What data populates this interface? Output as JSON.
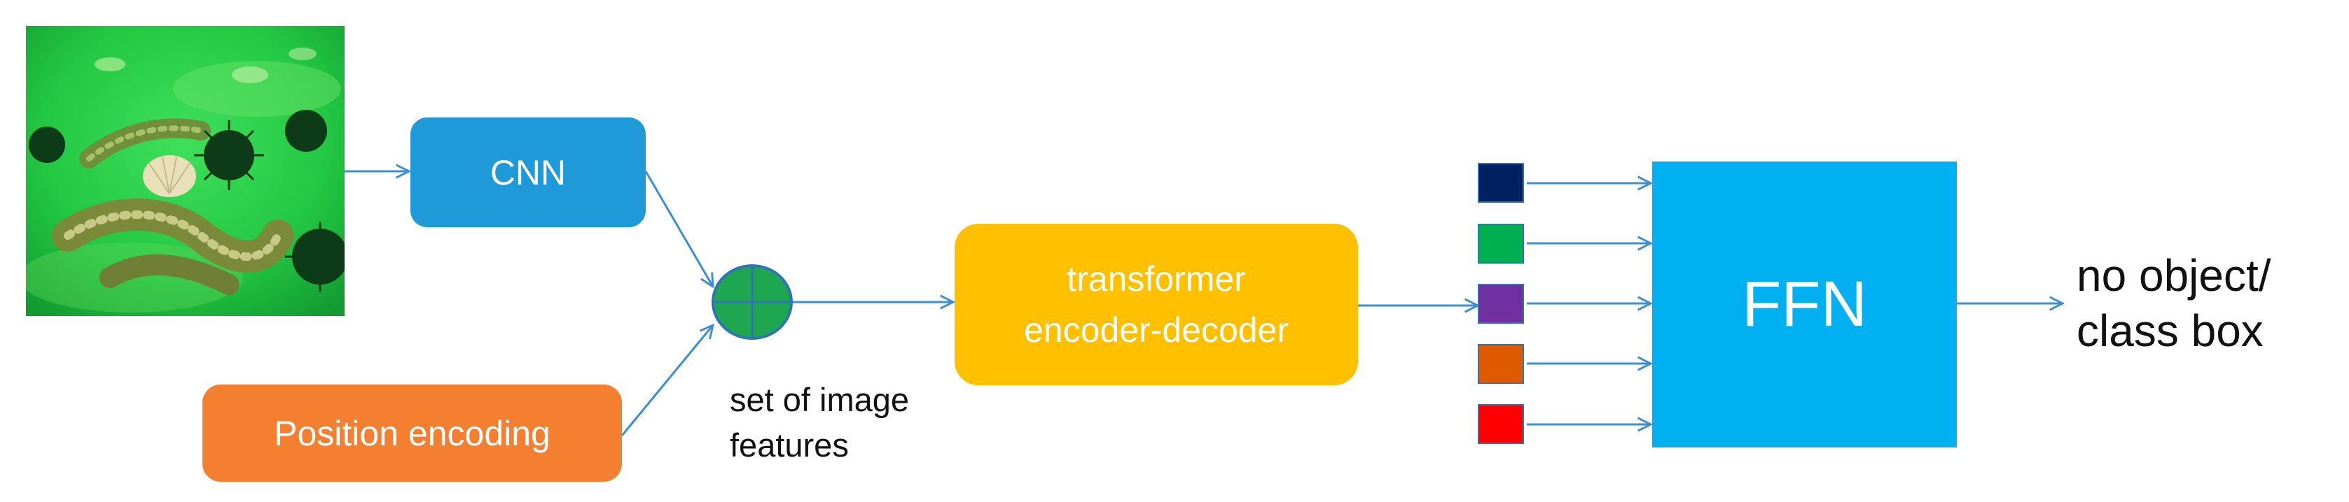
{
  "diagram": {
    "cnn_label": "CNN",
    "position_encoding_label": "Position encoding",
    "transformer_line1": "transformer",
    "transformer_line2": "encoder-decoder",
    "features_line1": "set of image",
    "features_line2": "features",
    "ffn_label": "FFN",
    "output_line1": "no object/",
    "output_line2": "class box",
    "query_colors": [
      "#002060",
      "#00b050",
      "#7030a0",
      "#e05a00",
      "#ff0000"
    ],
    "colors": {
      "cnn": "#1e9ad8",
      "position_encoding": "#f47f30",
      "transformer": "#ffc000",
      "ffn": "#00b0f0",
      "sum_node": "#1fa650",
      "arrows": "#3a8fd8"
    },
    "icons": [
      "underwater-photo",
      "sum-node-icon",
      "arrow-icon"
    ]
  }
}
